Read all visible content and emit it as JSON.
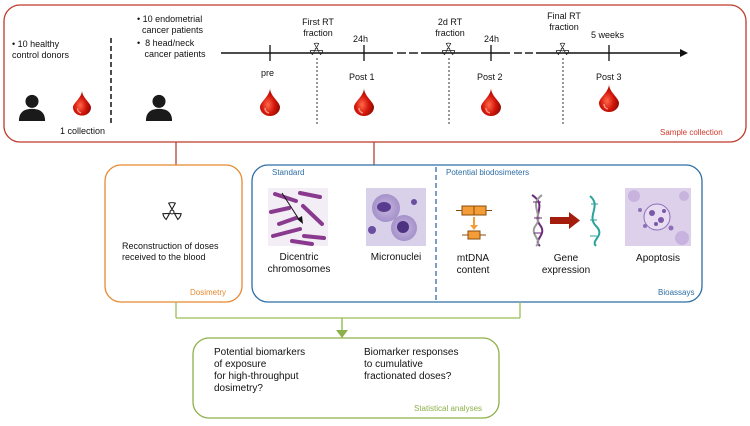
{
  "colors": {
    "sample_border": "#c0392b",
    "dosimetry_border": "#e8892f",
    "bioassay_border": "#2e6da4",
    "stats_border": "#8db04a",
    "blood": "#d4160b",
    "connector_red": "#b5423a",
    "connector_green": "#9bbd5a"
  },
  "sample_collection": {
    "healthy": "• 10 healthy\ncontrol donors",
    "collection": "1 collection",
    "patients_endometrial": "• 10 endometrial\n  cancer patients",
    "patients_headneck": "•  8 head/neck\n   cancer patients",
    "first_rt": "First RT\nfraction",
    "second_rt": "2d RT\nfraction",
    "final_rt": "Final RT\nfraction",
    "t24h_1": "24h",
    "t24h_2": "24h",
    "t5weeks": "5 weeks",
    "pre": "pre",
    "post1": "Post 1",
    "post2": "Post 2",
    "post3": "Post 3",
    "label": "Sample collection"
  },
  "dosimetry": {
    "text": "Reconstruction of doses\nreceived to the blood",
    "label": "Dosimetry"
  },
  "bioassays": {
    "standard": "Standard",
    "potential": "Potential biodosimeters",
    "dicentric": "Dicentric\nchromosomes",
    "micronuclei": "Micronuclei",
    "mtdna": "mtDNA\ncontent",
    "gene_expression": "Gene\nexpression",
    "apoptosis": "Apoptosis",
    "label": "Bioassays"
  },
  "statistics": {
    "left_text": "Potential biomarkers\nof exposure\nfor high-throughput\ndosimetry?",
    "right_text": "Biomarker responses\nto cumulative\nfractionated doses?",
    "label": "Statistical analyses"
  },
  "icons": [
    "person-icon",
    "blood-drop-icon",
    "radiation-icon",
    "dna-icon",
    "arrow-icon",
    "chromosome-image",
    "micronucleus-image",
    "apoptosis-image"
  ]
}
